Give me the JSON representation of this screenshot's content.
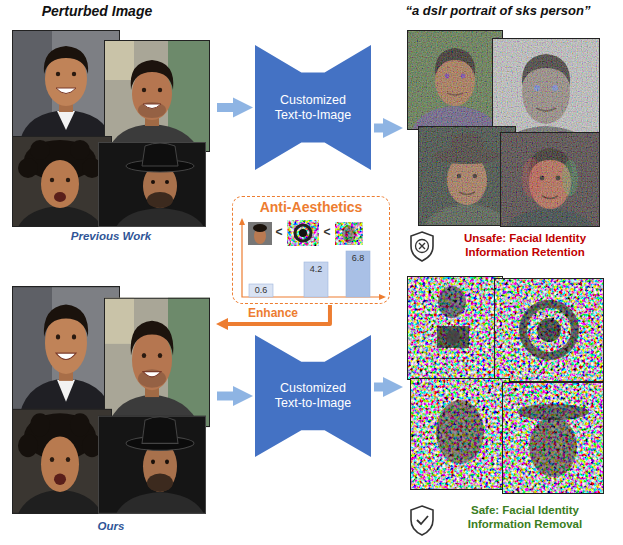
{
  "diagram": {
    "nodes": [
      {
        "text": [
          "Previous Work"
        ]
      },
      {
        "text": [
          "Customized Text-to-Image"
        ]
      },
      {
        "text": [
          "Unsafe: Facial Identity Information Retention"
        ]
      },
      {
        "text": [
          "Anti-Aesthetics"
        ]
      },
      {
        "text": [
          "Ours"
        ]
      },
      {
        "text": [
          "Customized Text-to-Image"
        ]
      },
      {
        "text": [
          "Safe: Facial Identity Information Removal"
        ]
      }
    ],
    "edges": [
      {
        "from": 0,
        "to": 1,
        "arrow": "to"
      },
      {
        "from": 1,
        "to": 2,
        "arrow": "to"
      },
      {
        "from": 3,
        "to": 4,
        "label": "Enhance",
        "arrow": "to"
      },
      {
        "from": 4,
        "to": 5,
        "arrow": "to"
      },
      {
        "from": 5,
        "to": 6,
        "arrow": "to"
      }
    ],
    "labels": [
      "Perturbed Image",
      "“a dslr portrait of sks person”",
      "<",
      "<",
      "0.6",
      "4.2",
      "6.8"
    ]
  }
}
